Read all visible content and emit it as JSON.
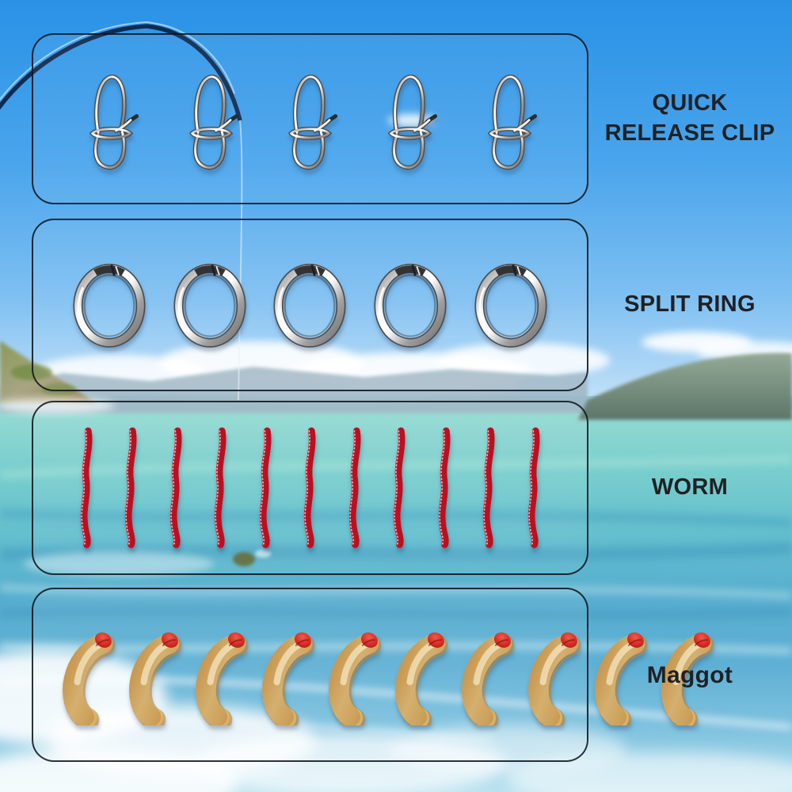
{
  "panels": [
    {
      "name": "quick-release-clip",
      "label_lines": [
        "QUICK",
        "RELEASE CLIP"
      ],
      "item_icon": "clip-icon",
      "count": 5
    },
    {
      "name": "split-ring",
      "label_lines": [
        "SPLIT RING"
      ],
      "item_icon": "split-ring-icon",
      "count": 5
    },
    {
      "name": "worm",
      "label_lines": [
        "WORM"
      ],
      "item_icon": "worm-icon",
      "count": 11
    },
    {
      "name": "maggot",
      "label_lines": [
        "Maggot"
      ],
      "item_icon": "maggot-icon",
      "count": 10
    }
  ],
  "colors": {
    "label_text": "#1f2125",
    "panel_border": "#10141c",
    "sky_top": "#2a92e6",
    "sky_horizon": "#cfe9fa",
    "sea_turquoise": "#79cecd",
    "sea_deep": "#57aecf",
    "foam_white": "#ffffff",
    "worm_red": "#d8172b",
    "maggot_body": "#f3da9c",
    "maggot_head": "#c42520",
    "metal_silver": "#f5f5f5",
    "metal_shadow": "#4a4a4a",
    "rod_dark": "#102a50"
  }
}
